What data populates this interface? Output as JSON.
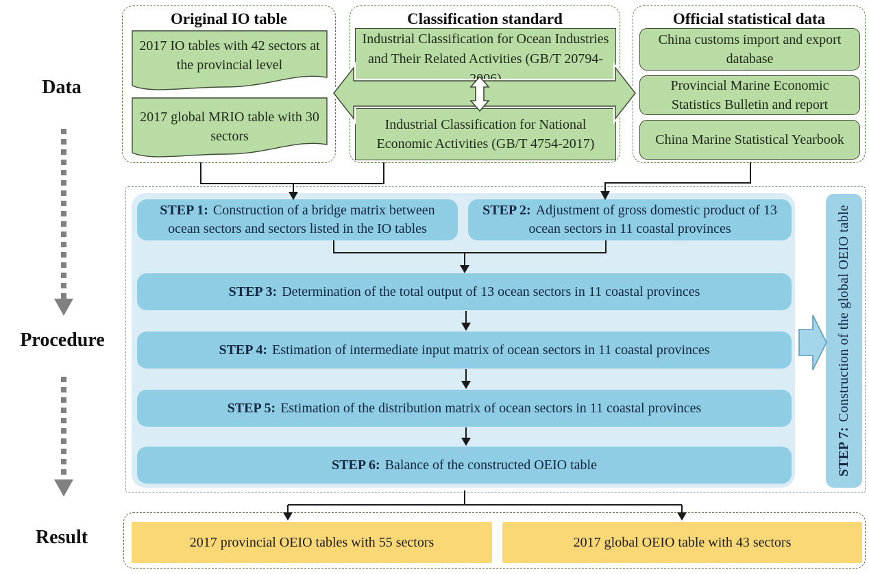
{
  "rail": {
    "data_label": "Data",
    "procedure_label": "Procedure",
    "result_label": "Result"
  },
  "data_section": {
    "original_io": {
      "title": "Original IO table",
      "items": [
        "2017 IO tables with 42 sectors at the provincial level",
        "2017 global MRIO table with 30 sectors"
      ]
    },
    "classification": {
      "title": "Classification standard",
      "items": [
        "Industrial Classification for Ocean Industries and Their Related Activities (GB/T 20794-2006)",
        "Industrial Classification for National Economic Activities (GB/T 4754-2017)"
      ]
    },
    "official": {
      "title": "Official statistical data",
      "items": [
        "China customs import and export database",
        "Provincial Marine Economic Statistics Bulletin and report",
        "China Marine Statistical Yearbook"
      ]
    }
  },
  "procedure_section": {
    "steps": [
      {
        "label": "STEP 1:",
        "text": "Construction of a bridge matrix between ocean sectors and sectors listed in the IO tables"
      },
      {
        "label": "STEP 2:",
        "text": "Adjustment of gross domestic product of 13 ocean sectors in 11 coastal provinces"
      },
      {
        "label": "STEP 3:",
        "text": "Determination of the total output of 13 ocean sectors in 11 coastal provinces"
      },
      {
        "label": "STEP 4:",
        "text": "Estimation of intermediate input matrix of ocean sectors in 11 coastal provinces"
      },
      {
        "label": "STEP 5:",
        "text": "Estimation of the distribution matrix of ocean sectors in 11 coastal provinces"
      },
      {
        "label": "STEP 6:",
        "text": "Balance of the constructed OEIO table"
      }
    ],
    "step7": {
      "label": "STEP 7:",
      "text": "Construction of the global OEIO table"
    }
  },
  "result_section": {
    "items": [
      "2017 provincial OEIO tables with 55 sectors",
      "2017 global OEIO table with 43 sectors"
    ]
  },
  "colors": {
    "green_fill": "#b9dba4",
    "green_dashed_border": "#55813e",
    "green_box_border": "#3f4a36",
    "step_blue": "#8ecde4",
    "procedure_panel_blue": "#daedf7",
    "procedure_dashed_border": "#8a97a0",
    "step7_blue": "#9dd2e7",
    "block_arrow_blue": "#a5d5ea",
    "result_yellow": "#fbd876",
    "result_dashed_border": "#6d6142",
    "rail_arrow_gray": "#808080",
    "connector_black": "#1a1a1a"
  }
}
